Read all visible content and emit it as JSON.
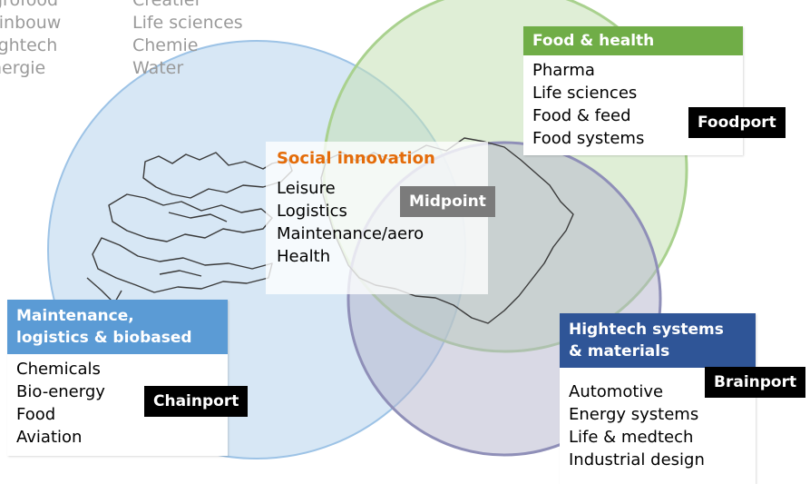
{
  "faded_lists": {
    "left": [
      "Agrofood",
      "Tuinbouw",
      "Hightech",
      "Energie"
    ],
    "right": [
      "Creatief",
      "Life sciences",
      "Chemie",
      "Water"
    ]
  },
  "circles": {
    "blue": "#9dc3e6",
    "green": "#a9d18e",
    "purple": "#8f8fb8"
  },
  "food_health": {
    "title": "Food & health",
    "color": "#70ad47",
    "items": [
      "Pharma",
      "Life sciences",
      "Food & feed",
      "Food systems"
    ],
    "tag": "Foodport"
  },
  "social_innovation": {
    "title": "Social innovation",
    "color": "#e46c0a",
    "items": [
      "Leisure",
      "Logistics",
      "Maintenance/aero",
      "Health"
    ],
    "tag": "Midpoint"
  },
  "maintenance": {
    "title_line1": "Maintenance,",
    "title_line2": "logistics & biobased",
    "color": "#5b9bd5",
    "items": [
      "Chemicals",
      "Bio-energy",
      "Food",
      "Aviation"
    ],
    "tag": "Chainport"
  },
  "hightech": {
    "title_line1": "Hightech systems",
    "title_line2": "& materials",
    "color": "#2f5597",
    "items": [
      "Automotive",
      "Energy systems",
      "Life & medtech",
      "Industrial design"
    ],
    "tag": "Brainport"
  }
}
